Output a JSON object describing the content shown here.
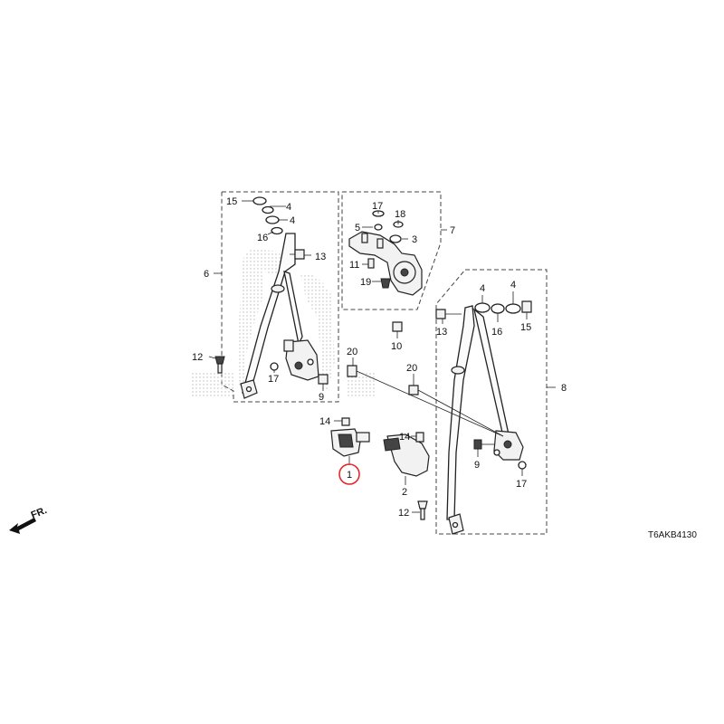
{
  "diagram": {
    "direction_label": "FR.",
    "figure_code": "T6AKB4130",
    "highlight_color": "#e8252b",
    "callouts": {
      "c15a": "15",
      "c4a": "4",
      "c4b": "4",
      "c16a": "16",
      "c13a": "13",
      "c6": "6",
      "c12a": "12",
      "c17a": "17",
      "c20a": "20",
      "c9a": "9",
      "c17b": "17",
      "c18": "18",
      "c5": "5",
      "c3": "3",
      "c7": "7",
      "c11": "11",
      "c19": "19",
      "c10": "10",
      "c4c": "4",
      "c4d": "4",
      "c13b": "13",
      "c16b": "16",
      "c15b": "15",
      "c20b": "20",
      "c8": "8",
      "c9b": "9",
      "c17c": "17",
      "c14a": "14",
      "c14b": "14",
      "c1": "1",
      "c2": "2",
      "c12b": "12"
    }
  }
}
